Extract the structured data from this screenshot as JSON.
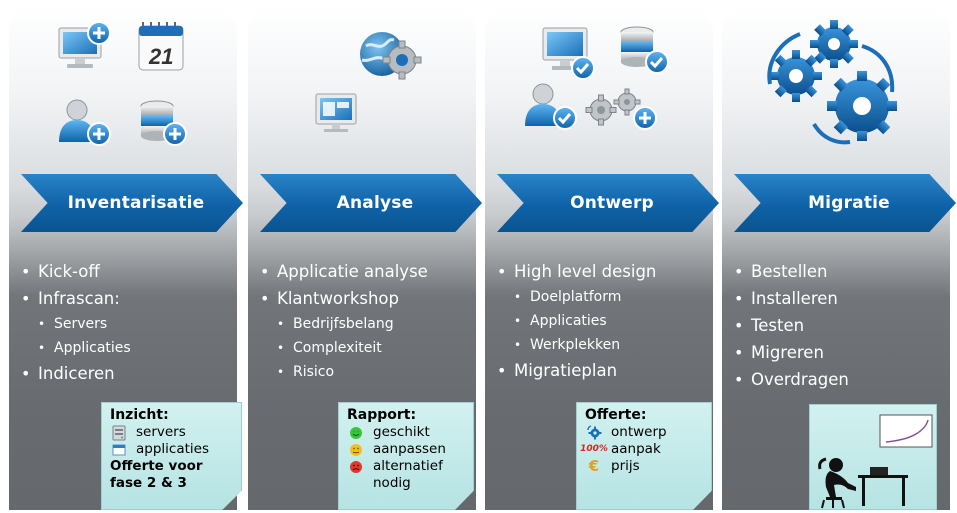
{
  "phases": [
    {
      "title": "Inventarisatie",
      "items": [
        {
          "text": "Kick-off",
          "level": 1
        },
        {
          "text": "Infrascan:",
          "level": 1
        },
        {
          "text": "Servers",
          "level": 2
        },
        {
          "text": "Applicaties",
          "level": 2
        },
        {
          "text": "Indiceren",
          "level": 1
        }
      ],
      "note": {
        "title": "Inzicht:",
        "rows": [
          "servers",
          "applicaties"
        ],
        "footer_line1": "Offerte voor",
        "footer_line2": "fase 2 & 3"
      }
    },
    {
      "title": "Analyse",
      "items": [
        {
          "text": "Applicatie analyse",
          "level": 1
        },
        {
          "text": "Klantworkshop",
          "level": 1
        },
        {
          "text": "Bedrijfsbelang",
          "level": 2
        },
        {
          "text": "Complexiteit",
          "level": 2
        },
        {
          "text": "Risico",
          "level": 2
        }
      ],
      "note": {
        "title": "Rapport:",
        "rows": [
          "geschikt",
          "aanpassen",
          "alternatief",
          "nodig"
        ]
      }
    },
    {
      "title": "Ontwerp",
      "items": [
        {
          "text": "High level design",
          "level": 1
        },
        {
          "text": "Doelplatform",
          "level": 2
        },
        {
          "text": "Applicaties",
          "level": 2
        },
        {
          "text": "Werkplekken",
          "level": 2
        },
        {
          "text": "Migratieplan",
          "level": 1
        }
      ],
      "note": {
        "title": "Offerte:",
        "rows": [
          "ontwerp",
          "aanpak",
          "prijs"
        ],
        "percent_label": "100%"
      }
    },
    {
      "title": "Migratie",
      "items": [
        {
          "text": "Bestellen",
          "level": 1
        },
        {
          "text": "Installeren",
          "level": 1
        },
        {
          "text": "Testen",
          "level": 1
        },
        {
          "text": "Migreren",
          "level": 1
        },
        {
          "text": "Overdragen",
          "level": 1
        }
      ]
    }
  ],
  "calendar_day": "21",
  "colors": {
    "chevron": "#1467ae",
    "accent_blue": "#1a7ad0",
    "note_bg": "#c4ebea",
    "smile_green": "#3cc43c",
    "smile_yellow": "#f2c11c",
    "smile_red": "#e03a2a"
  }
}
